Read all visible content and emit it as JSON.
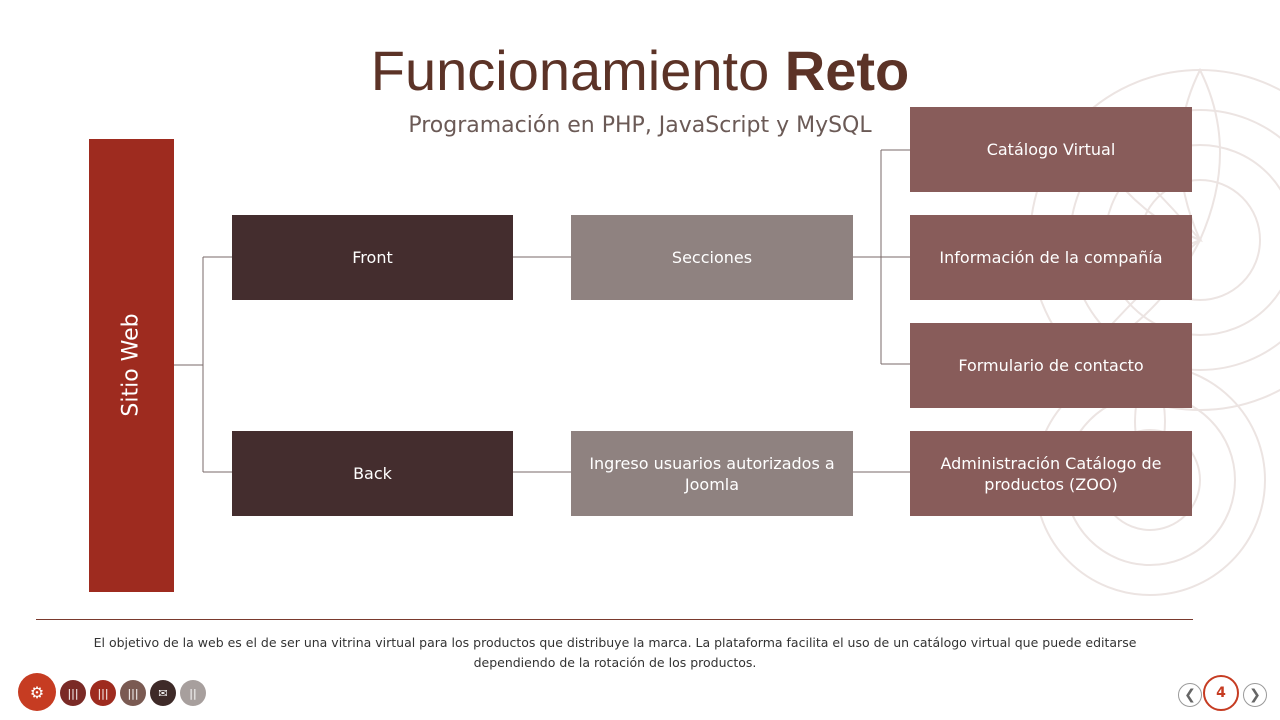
{
  "header": {
    "title_main": "Funcionamiento",
    "title_bold": "Reto",
    "subtitle": "Programación en PHP, JavaScript y MySQL"
  },
  "diagram": {
    "root": "Sitio Web",
    "front": "Front",
    "back": "Back",
    "secciones": "Secciones",
    "ingreso": "Ingreso usuarios autorizados a Joomla",
    "catalogo": "Catálogo Virtual",
    "informacion": "Información de la compañía",
    "formulario": "Formulario de contacto",
    "administracion": "Administración Catálogo de productos (ZOO)"
  },
  "footer": {
    "note": "El objetivo de la web es el de ser una vitrina virtual para los productos que distribuye la marca. La plataforma facilita el uso de un catálogo virtual que puede editarse dependiendo de la rotación de los productos.",
    "page_number": "4",
    "prev_symbol": "❮",
    "next_symbol": "❯",
    "logo_symbol": "⚙",
    "nav_symbols": [
      "|||",
      "|||",
      "|||",
      "✉",
      "||"
    ]
  },
  "colors": {
    "root": "#9e2b1f",
    "level1": "#442d2e",
    "level2": "#8f8280",
    "level3": "#885c5a",
    "accent": "#c63c22"
  }
}
